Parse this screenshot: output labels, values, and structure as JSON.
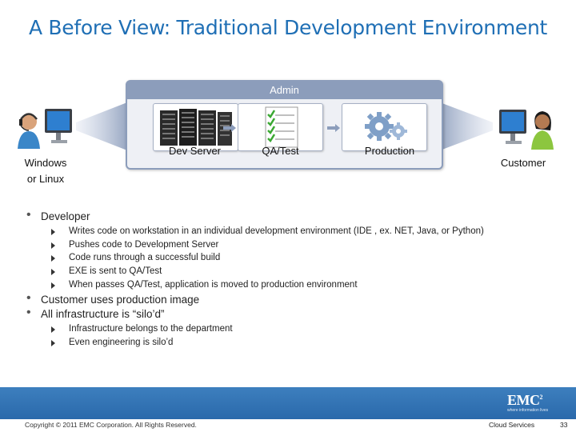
{
  "slide": {
    "title": "A Before View: Traditional Development Environment"
  },
  "diagram": {
    "admin_label": "Admin",
    "stages": [
      {
        "label": "Dev Server",
        "icon": "server-rack-icon"
      },
      {
        "label": "QA/Test",
        "icon": "checklist-icon"
      },
      {
        "label": "Production",
        "icon": "gears-icon"
      }
    ],
    "developer_icon": "developer-headset-monitor-icon",
    "customer_icon": "customer-monitor-icon",
    "left_label_line1": "Windows",
    "left_label_line2": "or Linux",
    "right_label": "Customer"
  },
  "bullets": {
    "developer": "Developer",
    "developer_items": [
      "Writes code on workstation in an individual development environment (IDE , ex. NET, Java, or Python)",
      "Pushes code to Development Server",
      "Code runs through a successful build",
      "EXE is sent to QA/Test",
      "When passes QA/Test, application is moved to production environment"
    ],
    "customer": "Customer uses production image",
    "infra": "All infrastructure is “silo’d”",
    "infra_items": [
      "Infrastructure belongs to the department",
      "Even engineering is silo’d"
    ]
  },
  "footer": {
    "copyright": "Copyright © 2011 EMC Corporation. All Rights Reserved.",
    "section": "Cloud Services",
    "page": "33",
    "logo_text": "EMC",
    "logo_sup": "2",
    "tagline": "where information lives"
  },
  "colors": {
    "title": "#1f6fb5",
    "admin_border": "#8c9dbb",
    "footer_band": "#2f70b0"
  }
}
